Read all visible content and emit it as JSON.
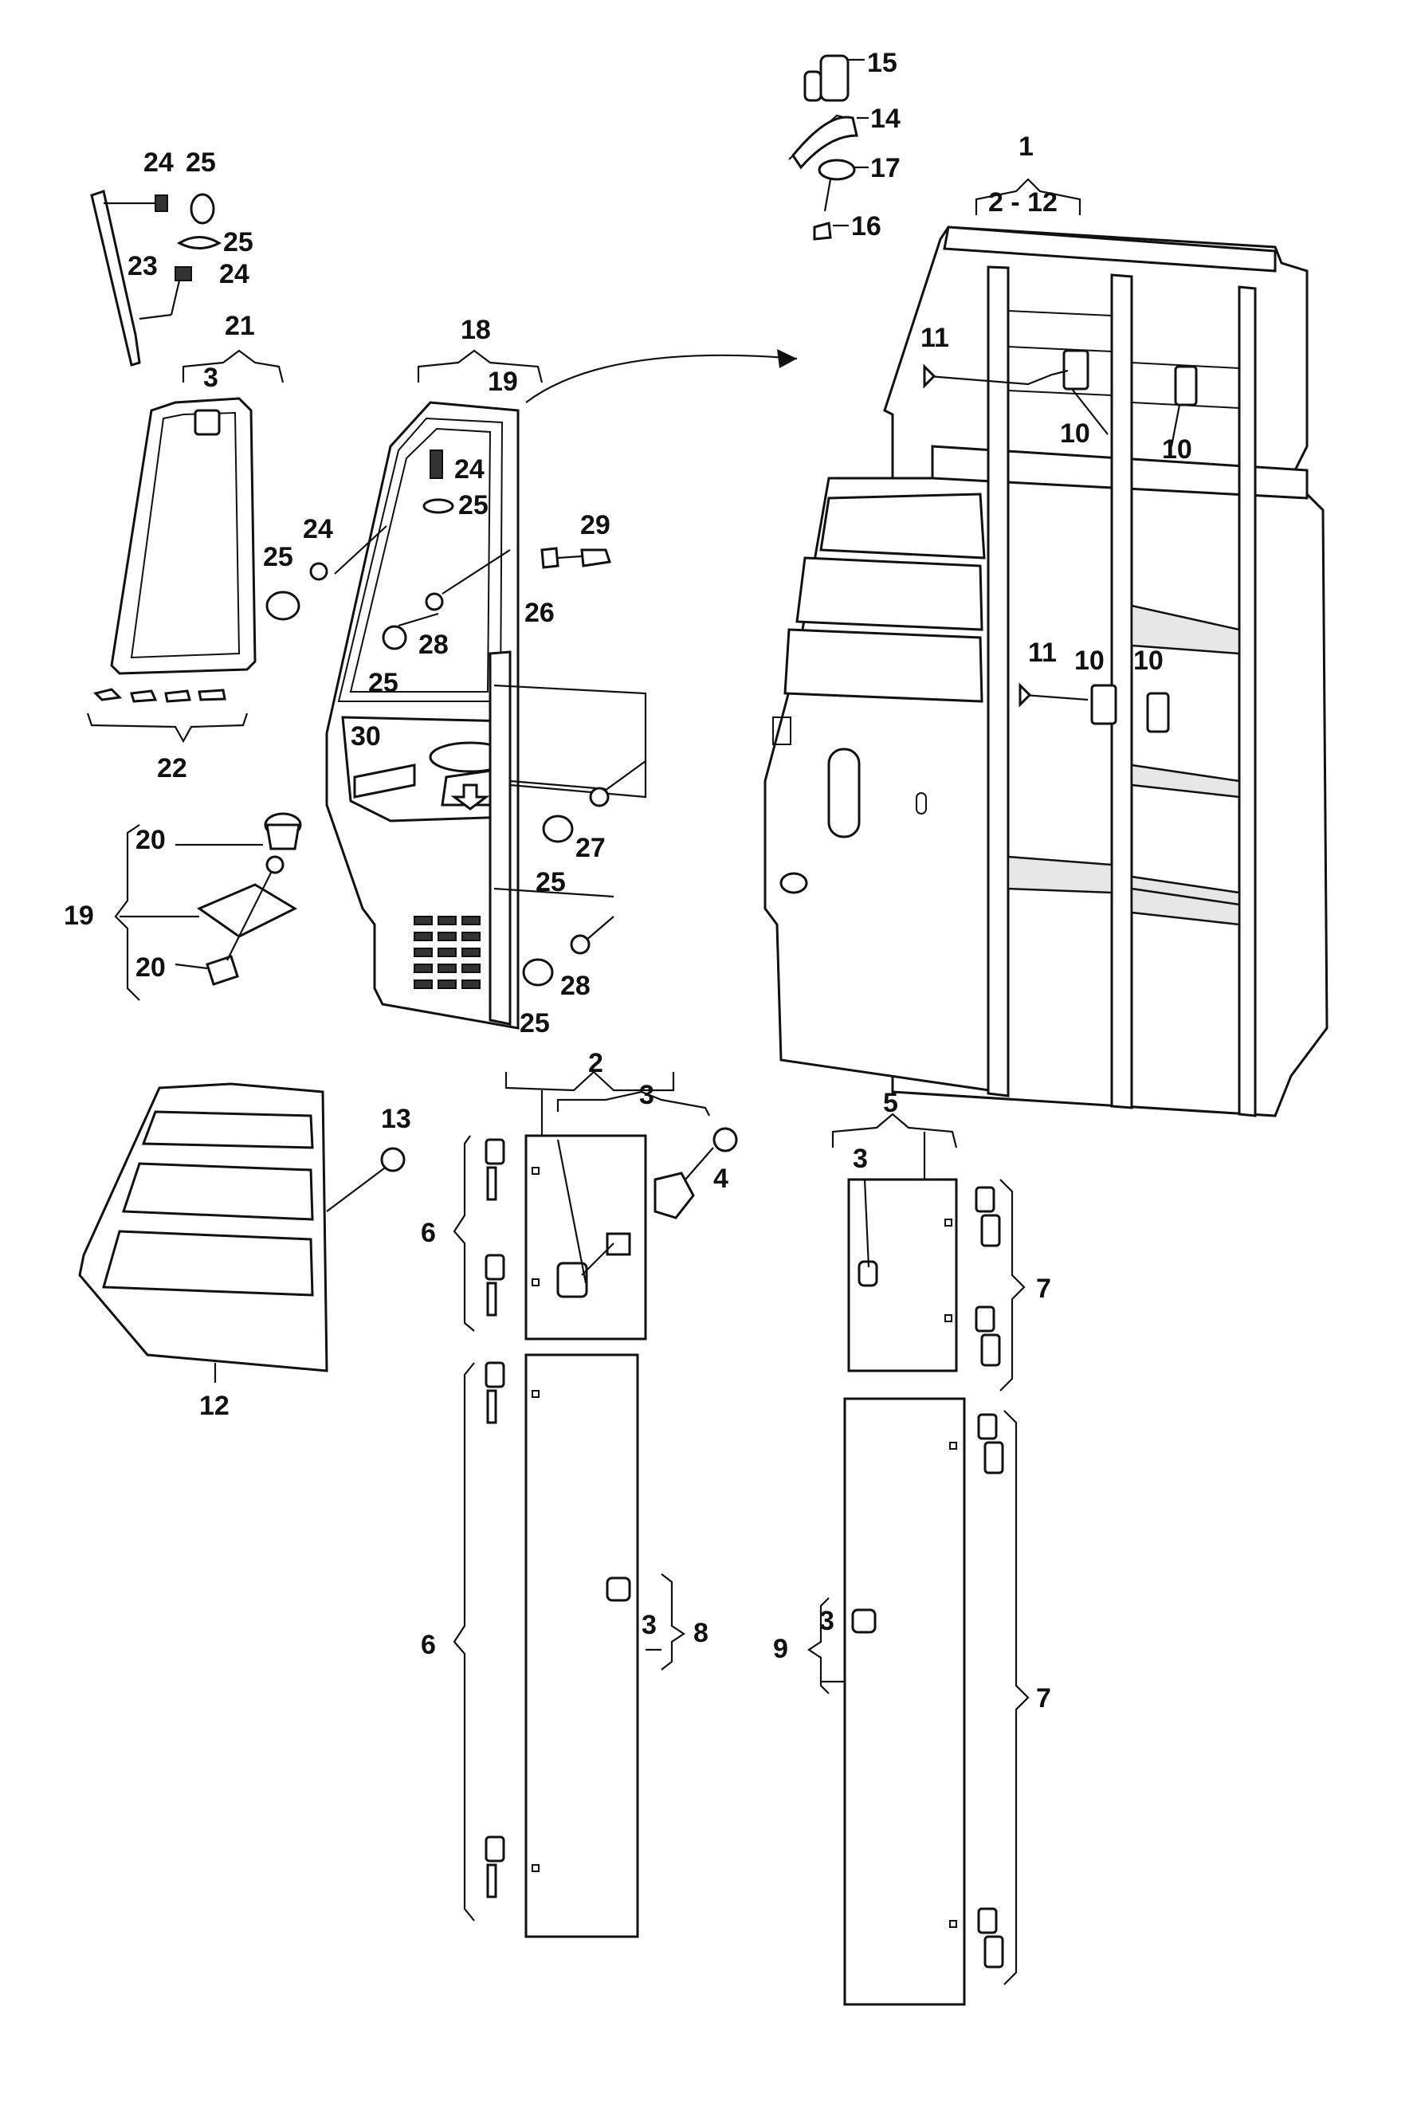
{
  "diagram": {
    "callouts": {
      "c1": "1",
      "c2_12": "2 - 12",
      "c2": "2",
      "c3a": "3",
      "c3b": "3",
      "c3c": "3",
      "c3d": "3",
      "c3e": "3",
      "c4": "4",
      "c5": "5",
      "c6a": "6",
      "c6b": "6",
      "c7a": "7",
      "c7b": "7",
      "c8": "8",
      "c9": "9",
      "c10a": "10",
      "c10b": "10",
      "c10c": "10",
      "c10d": "10",
      "c11a": "11",
      "c11b": "11",
      "c12": "12",
      "c13": "13",
      "c14": "14",
      "c15": "15",
      "c16": "16",
      "c17": "17",
      "c18": "18",
      "c19a": "19",
      "c19b": "19",
      "c20a": "20",
      "c20b": "20",
      "c21": "21",
      "c22": "22",
      "c23": "23",
      "c24a": "24",
      "c24b": "24",
      "c24c": "24",
      "c24d": "24",
      "c25a": "25",
      "c25b": "25",
      "c25c": "25",
      "c25d": "25",
      "c25e": "25",
      "c25f": "25",
      "c25g": "25",
      "c26": "26",
      "c27": "27",
      "c28a": "28",
      "c28b": "28",
      "c29": "29",
      "c30": "30"
    }
  }
}
